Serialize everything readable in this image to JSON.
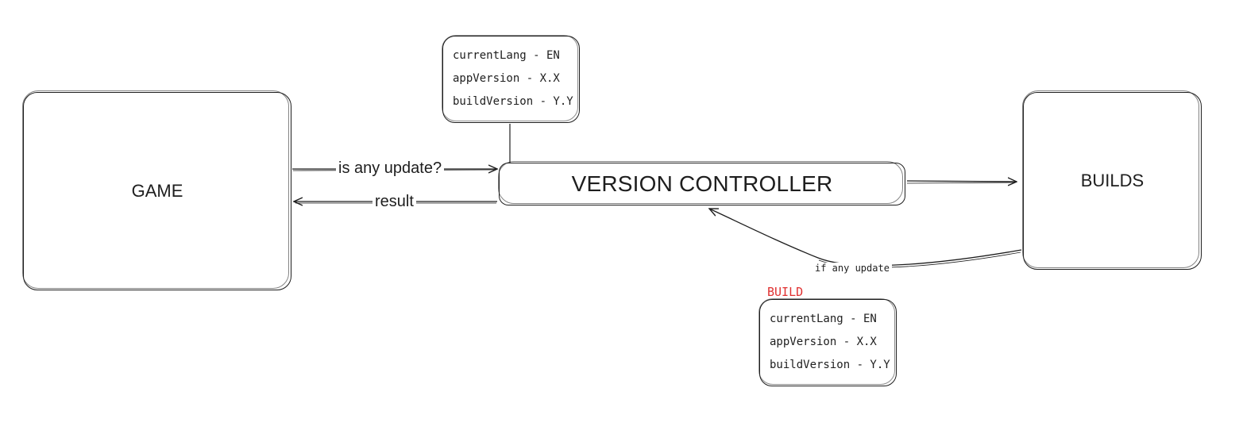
{
  "nodes": {
    "game": {
      "label": "GAME"
    },
    "version_controller": {
      "label": "VERSION CONTROLLER"
    },
    "builds": {
      "label": "BUILDS"
    }
  },
  "controller_info": {
    "rows": [
      "currentLang - EN",
      "appVersion - X.X",
      "buildVersion - Y.Y"
    ]
  },
  "build_info": {
    "tag": "BUILD",
    "rows": [
      "currentLang - EN",
      "appVersion - X.X",
      "buildVersion - Y.Y"
    ]
  },
  "edges": {
    "game_to_controller": "is any update?",
    "controller_to_game": "result",
    "builds_to_controller": "if any update"
  },
  "colors": {
    "stroke": "#1e1e1e",
    "build_tag": "#e03131"
  }
}
